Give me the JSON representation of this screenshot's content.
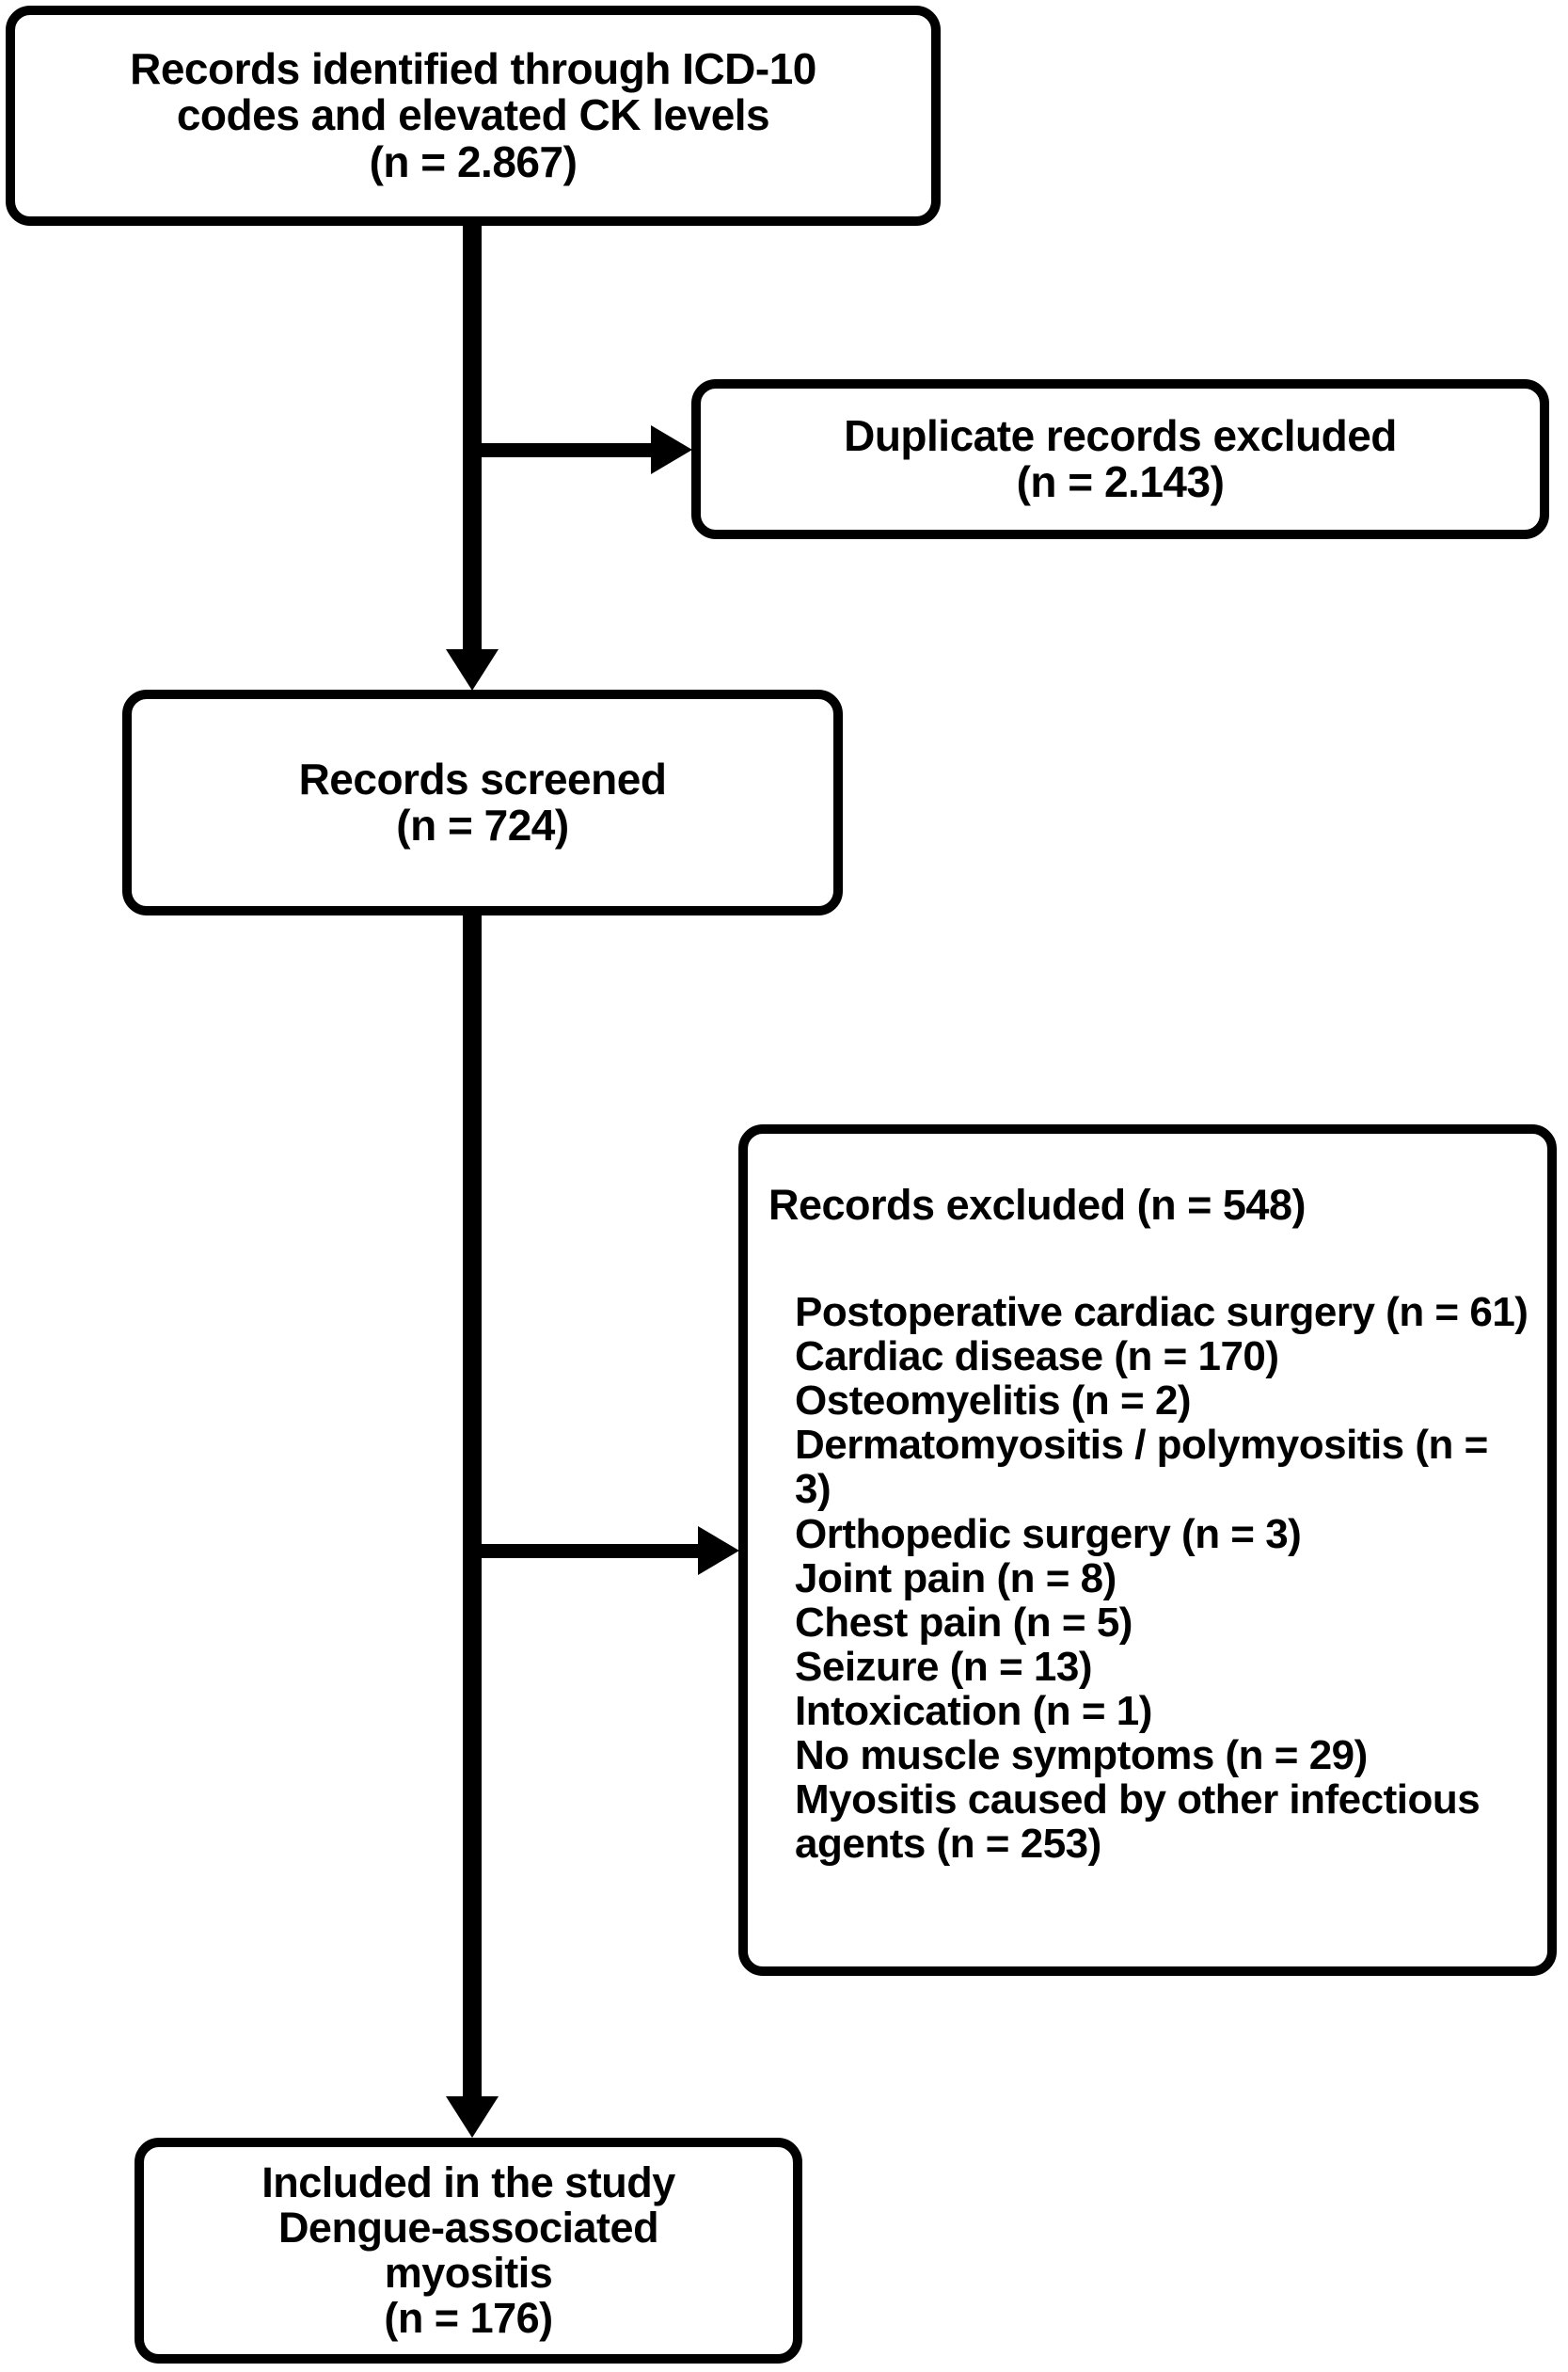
{
  "colors": {
    "ink": "#000000",
    "background": "#ffffff"
  },
  "boxes": {
    "identified": {
      "lines": [
        "Records identified through ICD-10",
        "codes and elevated CK levels",
        "(n = 2.867)"
      ]
    },
    "duplicates": {
      "lines": [
        "Duplicate records excluded",
        "(n = 2.143)"
      ]
    },
    "screened": {
      "lines": [
        "Records screened",
        "(n = 724)"
      ]
    },
    "excluded": {
      "title": "Records excluded (n = 548)",
      "items": [
        "Postoperative cardiac surgery (n = 61)",
        "Cardiac disease (n = 170)",
        "Osteomyelitis (n = 2)",
        "Dermatomyositis / polymyositis (n = 3)",
        "Orthopedic surgery (n = 3)",
        "Joint pain (n = 8)",
        "Chest pain (n = 5)",
        "Seizure (n = 13)",
        "Intoxication (n = 1)",
        "No muscle symptoms (n = 29)",
        "Myositis caused by other infectious agents (n = 253)"
      ]
    },
    "included": {
      "lines": [
        "Included in the study",
        "Dengue-associated",
        "myositis",
        "(n = 176)"
      ]
    }
  }
}
